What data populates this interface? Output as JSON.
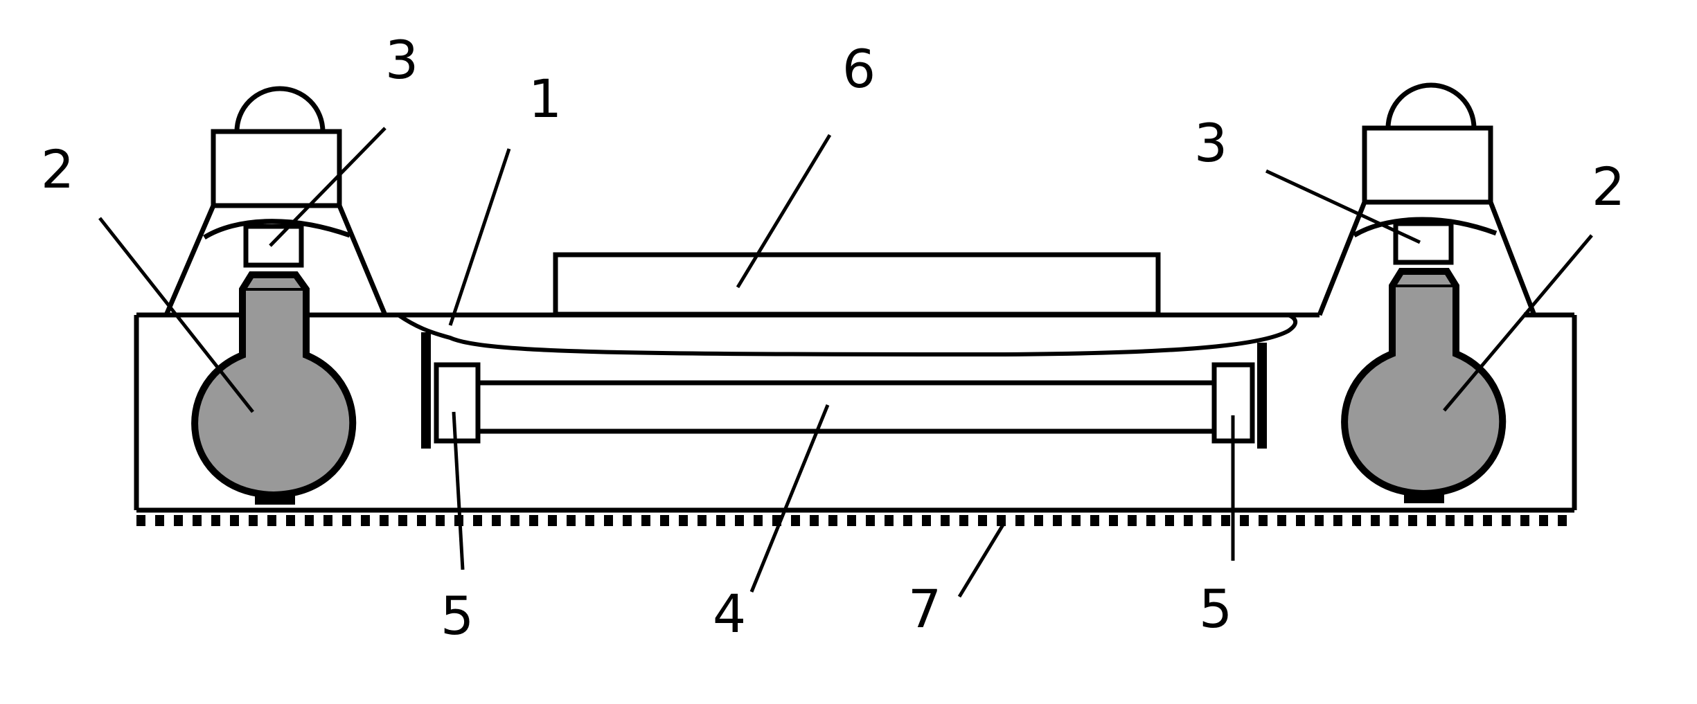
{
  "colors": {
    "line": "#000000",
    "fill_gray": "#999999",
    "background": "#ffffff"
  },
  "labels": {
    "one": "1",
    "two_left": "2",
    "two_right": "2",
    "three_left": "3",
    "three_right": "3",
    "four": "4",
    "five_left": "5",
    "five_right": "5",
    "six": "6",
    "seven": "7"
  }
}
